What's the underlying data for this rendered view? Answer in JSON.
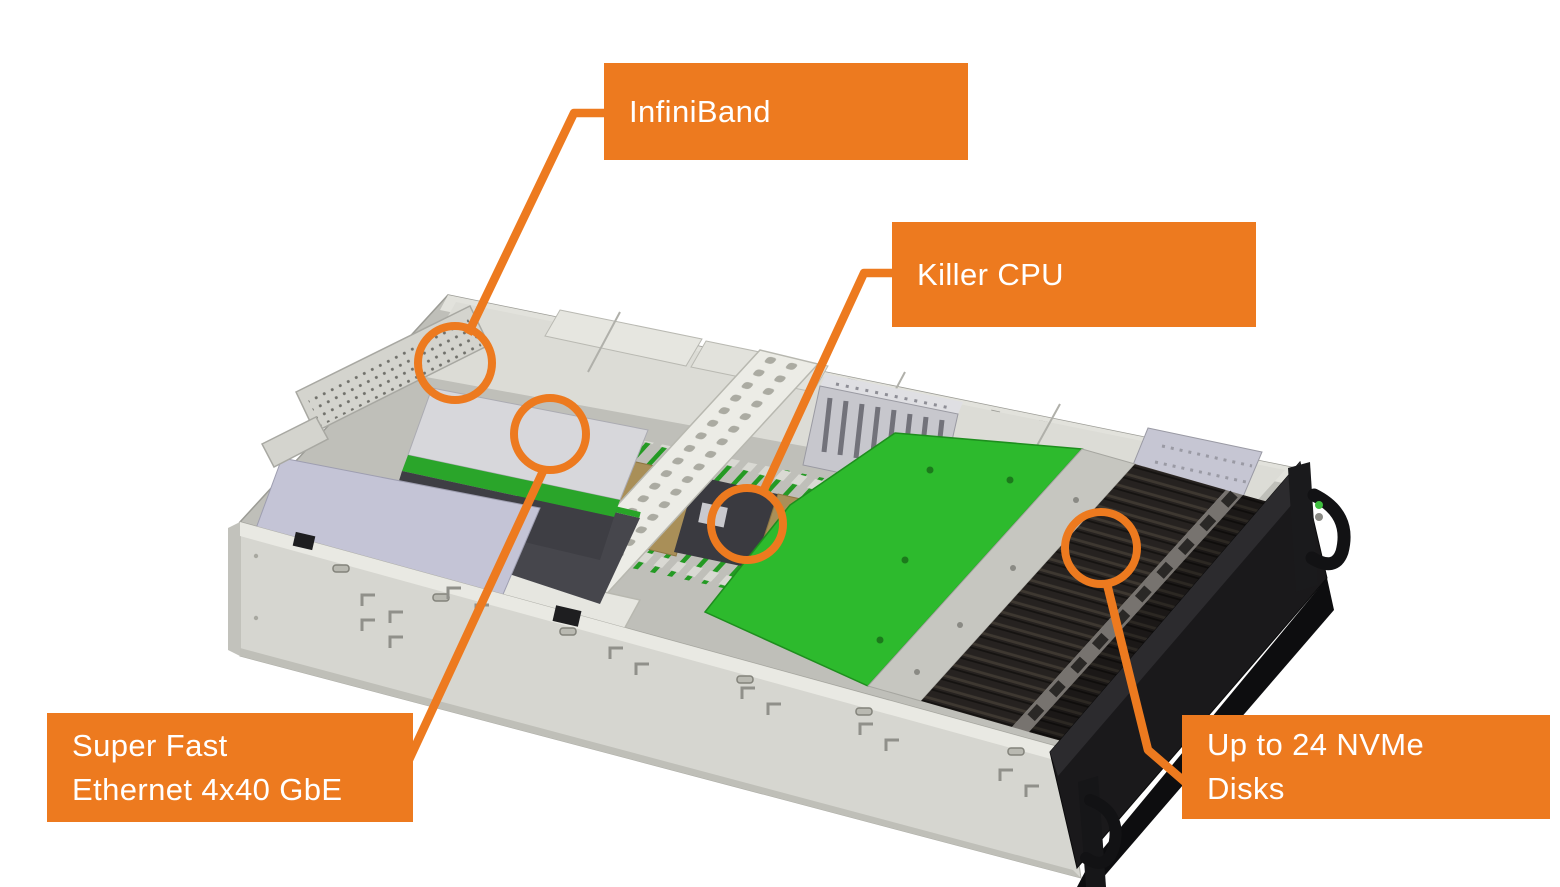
{
  "diagram": {
    "accent_color": "#ED7A1F",
    "label_text_color": "#FFFFFF",
    "pcb_green": "#2DBA2D",
    "chassis_gray": "#D8D8D2",
    "disk_black": "#211E1C",
    "callouts": {
      "infiniband": {
        "lines": [
          "InfiniBand"
        ]
      },
      "cpu": {
        "lines": [
          "Killer CPU"
        ]
      },
      "ethernet": {
        "lines": [
          "Super Fast",
          "Ethernet 4x40 GbE"
        ]
      },
      "nvme": {
        "lines": [
          "Up to 24 NVMe",
          "Disks"
        ]
      }
    }
  }
}
